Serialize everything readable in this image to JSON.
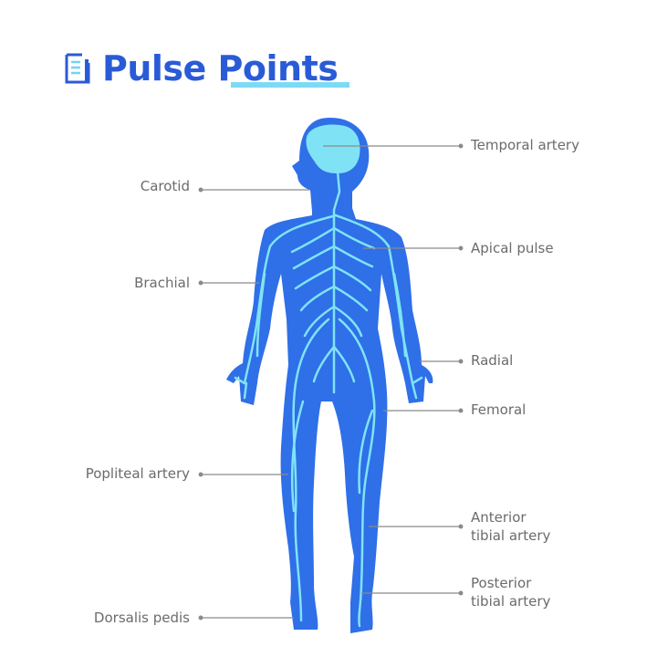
{
  "header": {
    "title": "Pulse Points",
    "icon": "document-icon"
  },
  "colors": {
    "title": "#2a5bd7",
    "body": "#2f6fe8",
    "vessels": "#7fe3f5",
    "labels": "#6b6b6b",
    "leader_lines": "#8a8a8a"
  },
  "labels": {
    "left": [
      {
        "id": "carotid",
        "text": "Carotid"
      },
      {
        "id": "brachial",
        "text": "Brachial"
      },
      {
        "id": "popliteal",
        "text": "Popliteal artery"
      },
      {
        "id": "dorsalis",
        "text": "Dorsalis pedis"
      }
    ],
    "right": [
      {
        "id": "temporal",
        "text": "Temporal artery"
      },
      {
        "id": "apical",
        "text": "Apical pulse"
      },
      {
        "id": "radial",
        "text": "Radial"
      },
      {
        "id": "femoral",
        "text": "Femoral"
      },
      {
        "id": "anterior_tibial_1",
        "text": "Anterior"
      },
      {
        "id": "anterior_tibial_2",
        "text": "tibial artery"
      },
      {
        "id": "posterior_tibial_1",
        "text": "Posterior"
      },
      {
        "id": "posterior_tibial_2",
        "text": "tibial artery"
      }
    ]
  }
}
